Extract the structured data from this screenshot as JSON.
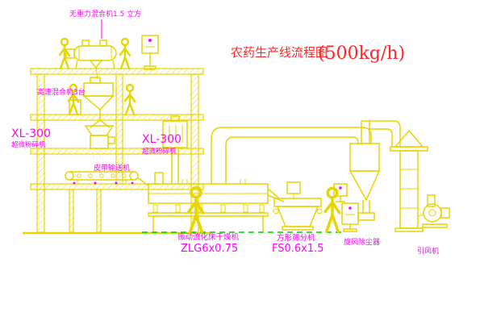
{
  "title": {
    "main": "农药生产线流程图",
    "capacity": "(500kg/h)"
  },
  "labels": {
    "top_mixer": "无重力混合机1.5 立方",
    "high_speed_mixer": "高速混合机3台",
    "mill_left_model": "XL-300",
    "mill_left_name": "超微粉碎机",
    "mill_right_model": "XL-300",
    "mill_right_name": "超微粉碎机",
    "belt_conveyor": "皮带输送机",
    "dryer_name": "振动流化床干燥机",
    "dryer_model": "ZLG6x0.75",
    "sifter_name": "方形筛分机",
    "sifter_model": "FS0.6x1.5",
    "cyclone": "旋风除尘器",
    "fan": "引风机"
  },
  "colors": {
    "drawing_line": "#e8d400",
    "label_text": "#ff00ff",
    "title_text": "#ff2626",
    "dashed_centerline": "#00cc00",
    "background": "#ffffff"
  }
}
